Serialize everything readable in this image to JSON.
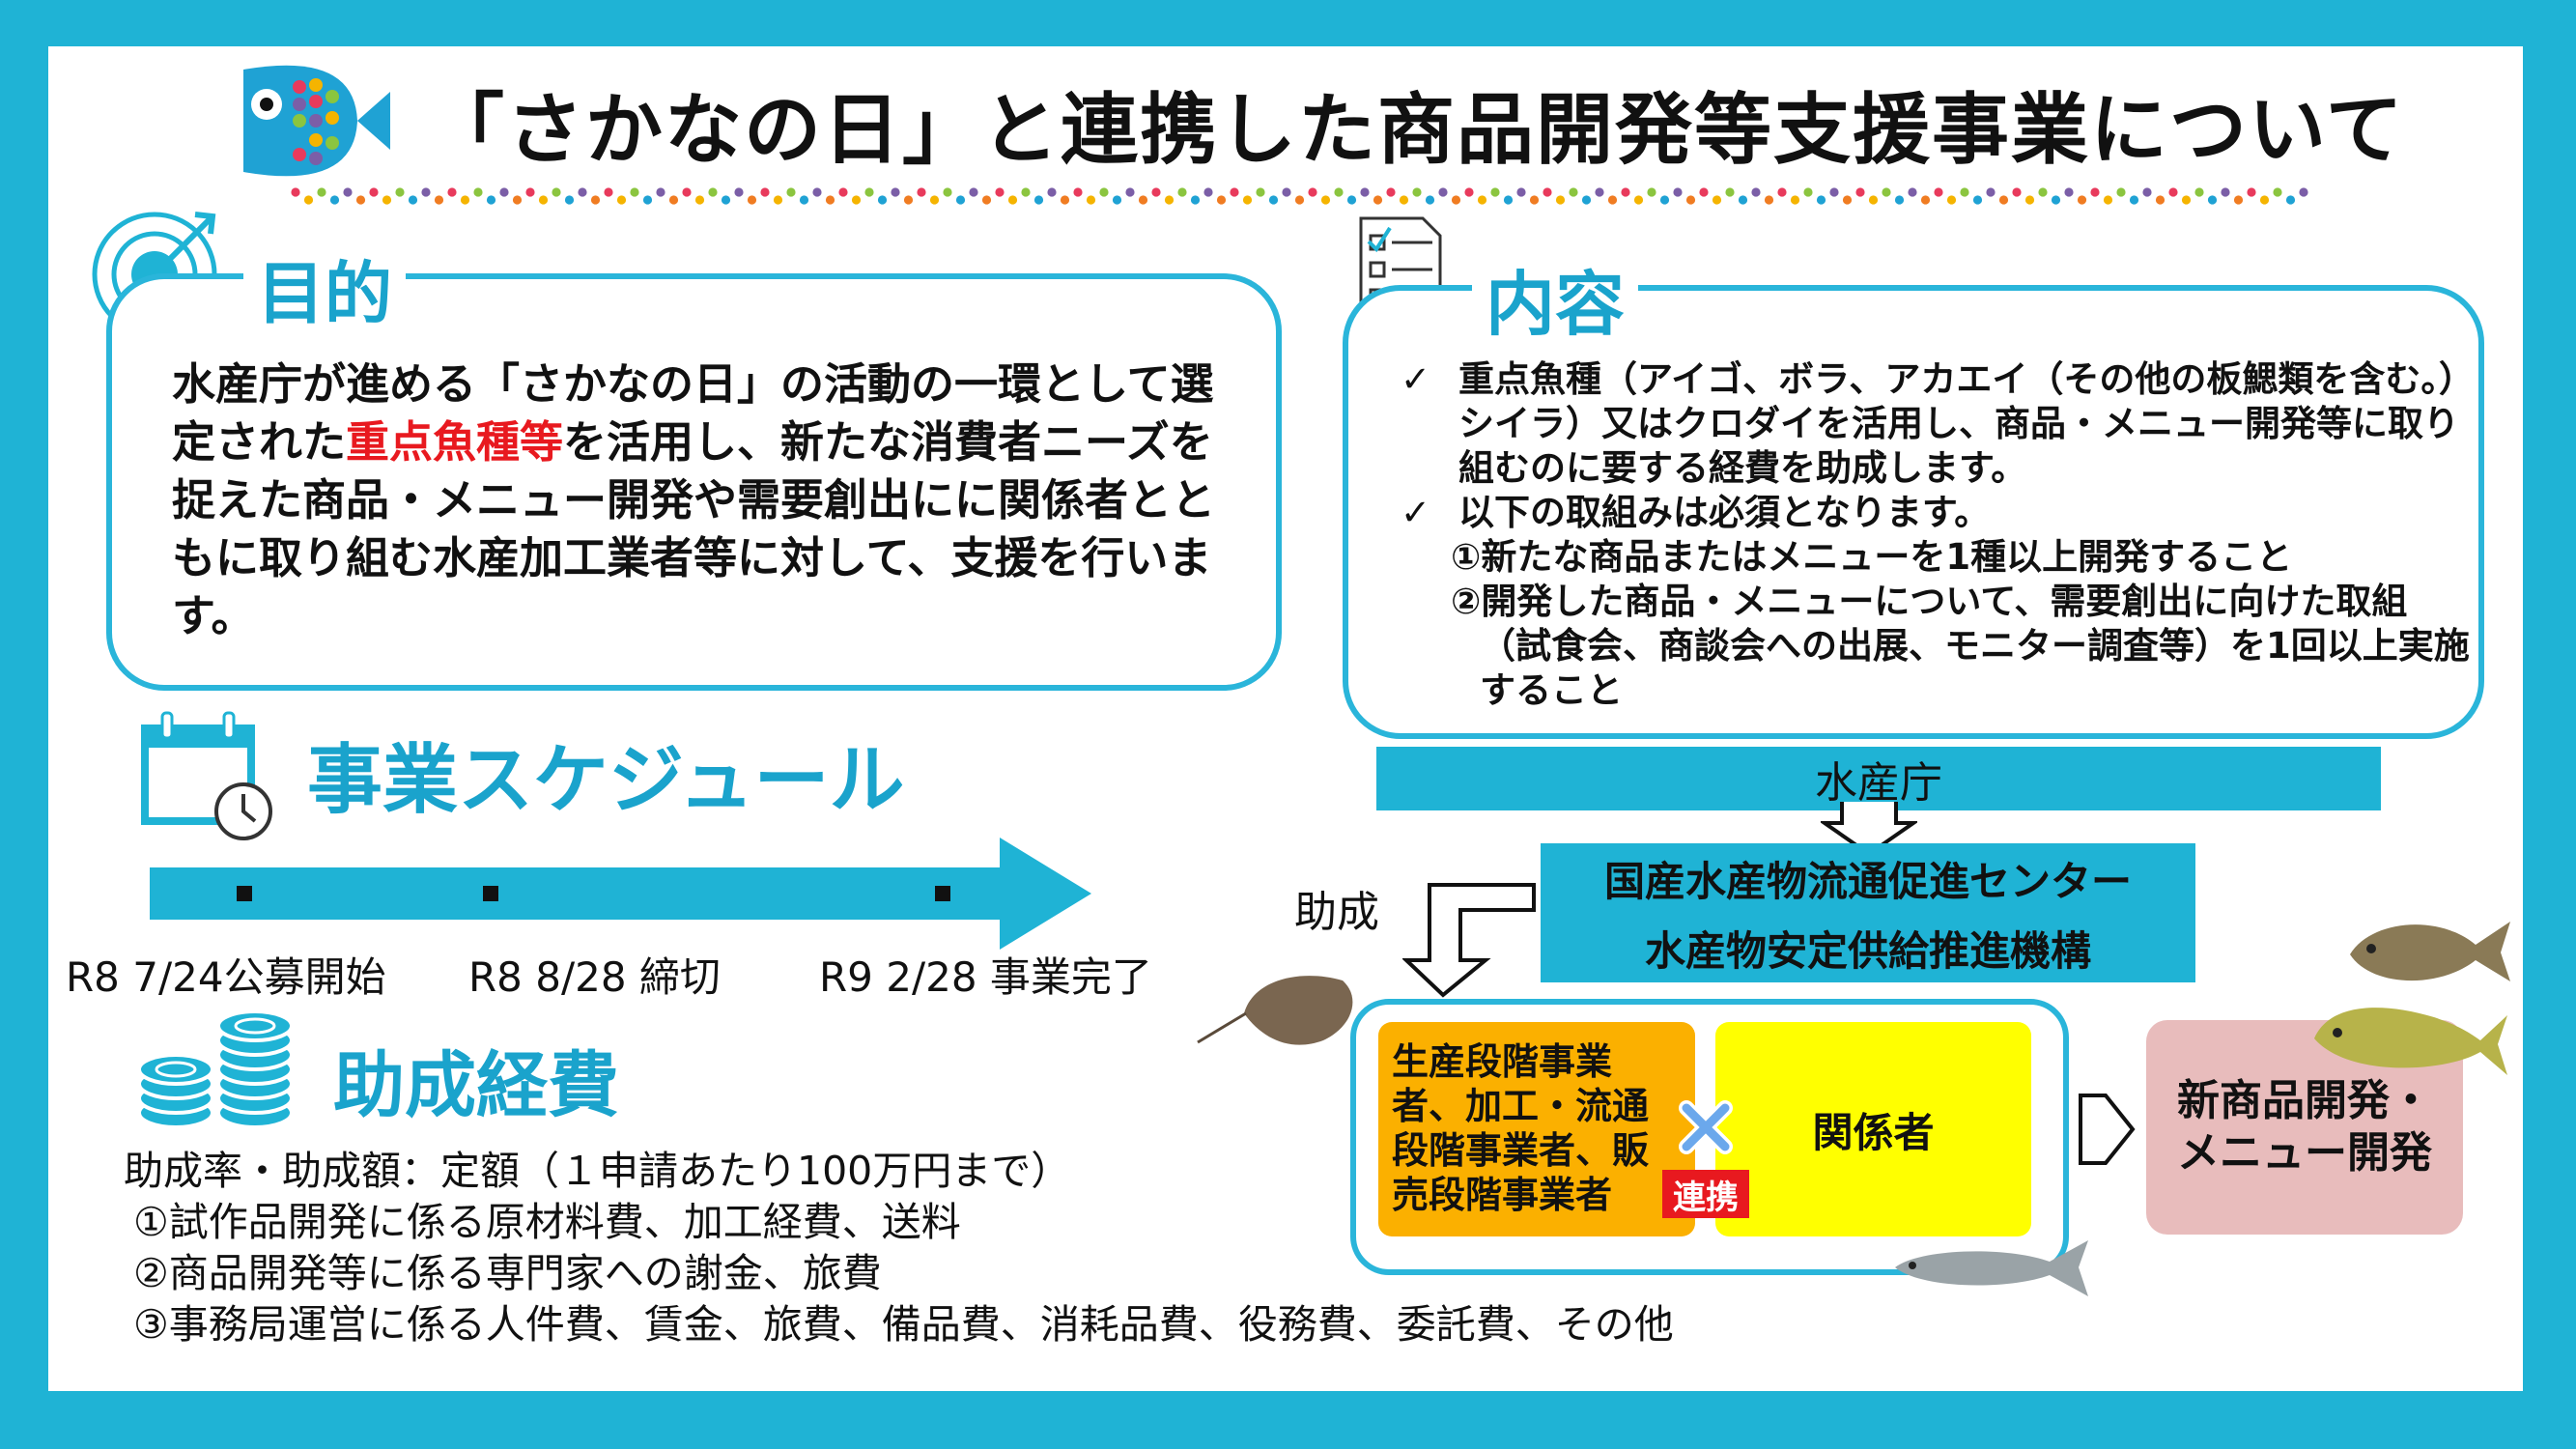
{
  "title": "「さかなの日」と連携した商品開発等支援事業について",
  "sections": {
    "purpose": {
      "heading": "目的",
      "text_before": "水産庁が進める「さかなの日」の活動の一環として選定された",
      "text_highlight": "重点魚種等",
      "text_after": "を活用し、新たな消費者ニーズを捉えた商品・メニュー開発や需要創出にに関係者とともに取り組む水産加工業者等に対して、支援を行います。"
    },
    "content": {
      "heading": "内容",
      "item1": "重点魚種（アイゴ、ボラ、アカエイ（その他の板鰓類を含む。）シイラ）又はクロダイを活用し、商品・メニュー開発等に取り組むのに要する経費を助成します。",
      "item2": "以下の取組みは必須となります。",
      "sub1": "①新たな商品またはメニューを1種以上開発すること",
      "sub2": "②開発した商品・メニューについて、需要創出に向けた取組（試食会、商談会への出展、モニター調査等）を1回以上実施すること",
      "check": "✓"
    },
    "schedule": {
      "heading": "事業スケジュール",
      "milestones": [
        {
          "label": "R8 7/24公募開始"
        },
        {
          "label": "R8 8/28 締切"
        },
        {
          "label": "R9 2/28 事業完了"
        }
      ]
    },
    "cost": {
      "heading": "助成経費",
      "lines": [
        "助成率・助成額：定額（１申請あたり100万円まで）",
        "①試作品開発に係る原材料費、加工経費、送料",
        "②商品開発等に係る専門家への謝金、旅費",
        "③事務局運営に係る人件費、賃金、旅費、備品費、消耗品費、役務費、委託費、その他"
      ]
    }
  },
  "diagram": {
    "agency": "水産庁",
    "center_line1": "国産水産物流通促進センター",
    "center_line2": "水産物安定供給推進機構",
    "subsidy": "助成",
    "producers": "生産段階事業者、加工・流通段階事業者、販売段階事業者",
    "stakeholders": "関係者",
    "cooperation": "連携",
    "result": "新商品開発・メニュー開発"
  },
  "colors": {
    "accent": "#1fb3d5",
    "highlight": "#e8191f",
    "orange": "#fbb000",
    "yellow": "#ffff00",
    "pink": "#e8bcbc"
  }
}
